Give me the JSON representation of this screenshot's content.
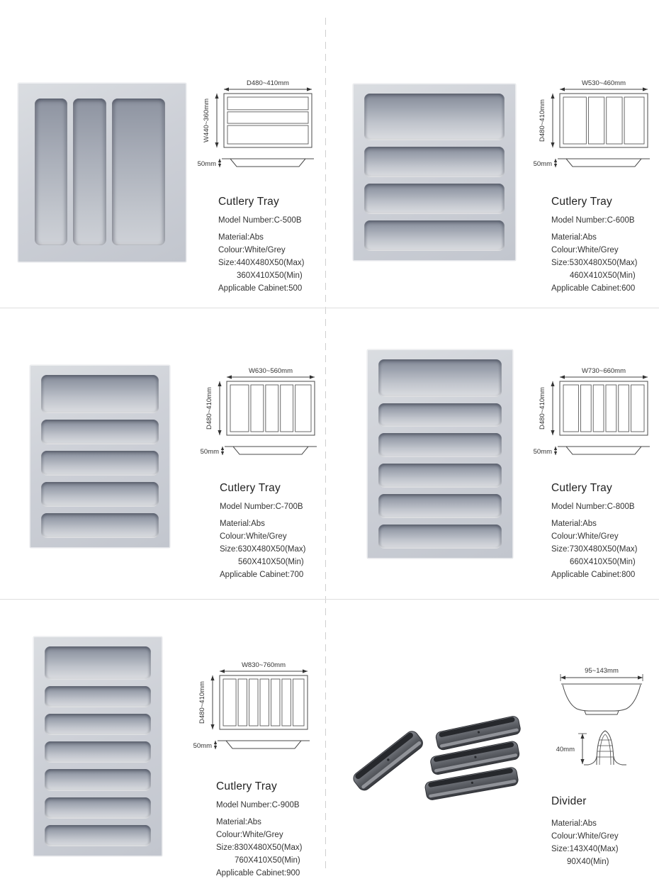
{
  "products": [
    {
      "title": "Cutlery Tray",
      "model": "Model Number:C-500B",
      "material": "Material:Abs",
      "colour": "Colour:White/Grey",
      "size_max": "Size:440X480X50(Max)",
      "size_min": "360X410X50(Min)",
      "cabinet": "Applicable Cabinet:500",
      "diagram": {
        "top_label": "D480~410mm",
        "left_label": "W440~360mm",
        "depth_label": "50mm",
        "cells": 3,
        "direction": "rows"
      },
      "photo": {
        "compartments": 3,
        "direction": "columns"
      }
    },
    {
      "title": "Cutlery Tray",
      "model": "Model Number:C-600B",
      "material": "Material:Abs",
      "colour": "Colour:White/Grey",
      "size_max": "Size:530X480X50(Max)",
      "size_min": "460X410X50(Min)",
      "cabinet": "Applicable Cabinet:600",
      "diagram": {
        "top_label": "W530~460mm",
        "left_label": "D480~410mm",
        "depth_label": "50mm",
        "cells": 4,
        "direction": "columns"
      },
      "photo": {
        "compartments": 4,
        "direction": "rows"
      }
    },
    {
      "title": "Cutlery Tray",
      "model": "Model Number:C-700B",
      "material": "Material:Abs",
      "colour": "Colour:White/Grey",
      "size_max": "Size:630X480X50(Max)",
      "size_min": "560X410X50(Min)",
      "cabinet": "Applicable Cabinet:700",
      "diagram": {
        "top_label": "W630~560mm",
        "left_label": "D480~410mm",
        "depth_label": "50mm",
        "cells": 5,
        "direction": "columns"
      },
      "photo": {
        "compartments": 5,
        "direction": "rows"
      }
    },
    {
      "title": "Cutlery Tray",
      "model": "Model Number:C-800B",
      "material": "Material:Abs",
      "colour": "Colour:White/Grey",
      "size_max": "Size:730X480X50(Max)",
      "size_min": "660X410X50(Min)",
      "cabinet": "Applicable Cabinet:800",
      "diagram": {
        "top_label": "W730~660mm",
        "left_label": "D480~410mm",
        "depth_label": "50mm",
        "cells": 6,
        "direction": "columns"
      },
      "photo": {
        "compartments": 6,
        "direction": "rows"
      }
    },
    {
      "title": "Cutlery Tray",
      "model": "Model Number:C-900B",
      "material": "Material:Abs",
      "colour": "Colour:White/Grey",
      "size_max": "Size:830X480X50(Max)",
      "size_min": "760X410X50(Min)",
      "cabinet": "Applicable Cabinet:900",
      "diagram": {
        "top_label": "W830~760mm",
        "left_label": "D480~410mm",
        "depth_label": "50mm",
        "cells": 7,
        "direction": "columns"
      },
      "photo": {
        "compartments": 7,
        "direction": "rows"
      }
    },
    {
      "title": "Divider",
      "material": "Material:Abs",
      "colour": "Colour:White/Grey",
      "size_max": "Size:143X40(Max)",
      "size_min": "90X40(Min)",
      "diagram": {
        "top_label": "95~143mm",
        "height_label": "40mm"
      }
    }
  ],
  "colors": {
    "tray_body": "#cdd0d7",
    "tray_recess_dark": "#9aa0ac",
    "tray_recess_light": "#dcdee2",
    "divider_clip_dark": "#35373c",
    "divider_clip_light": "#84878e",
    "grid_line": "#dedede",
    "text": "#333333"
  }
}
